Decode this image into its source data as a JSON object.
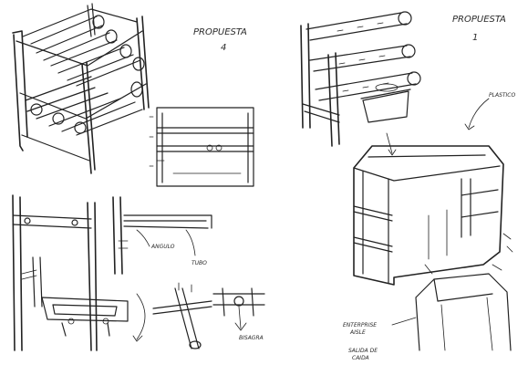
{
  "labels": {
    "proposal_4_title": "PROPUESTA",
    "proposal_4_number": "4",
    "proposal_1_title": "PROPUESTA",
    "proposal_1_number": "1",
    "plastic": "PLASTICO",
    "angle": "ANGULO",
    "tube": "TUBO",
    "hinge": "BISAGRA",
    "enterprise_line1": "ENTERPRISE",
    "enterprise_line2": "AISLE",
    "drop_line1": "SALIDA DE",
    "drop_line2": "CAIDA"
  }
}
